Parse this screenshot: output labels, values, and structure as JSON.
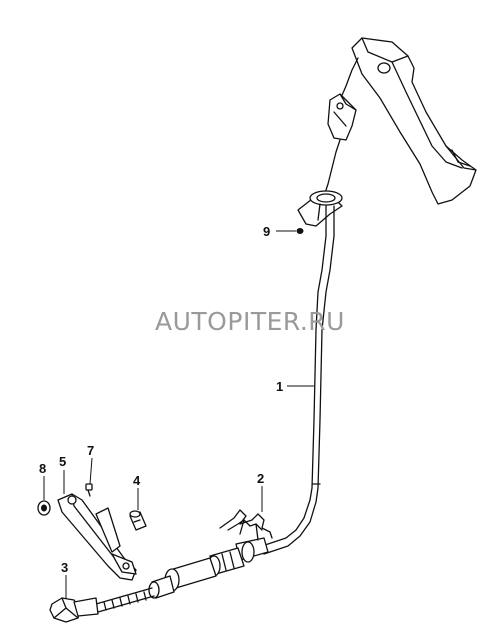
{
  "watermark": "AUTOPITER.RU",
  "callouts": [
    {
      "id": "callout-1",
      "label": "1"
    },
    {
      "id": "callout-2",
      "label": "2"
    },
    {
      "id": "callout-3",
      "label": "3"
    },
    {
      "id": "callout-4",
      "label": "4"
    },
    {
      "id": "callout-5",
      "label": "5"
    },
    {
      "id": "callout-7",
      "label": "7"
    },
    {
      "id": "callout-8",
      "label": "8"
    },
    {
      "id": "callout-9",
      "label": "9"
    }
  ]
}
